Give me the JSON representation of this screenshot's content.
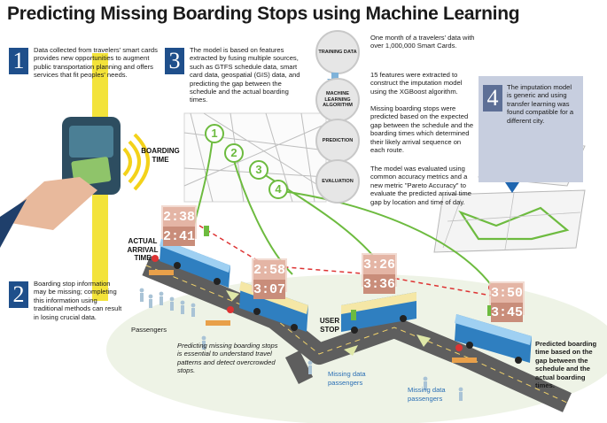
{
  "title": "Predicting Missing Boarding Stops using Machine Learning",
  "step1": {
    "number": "1",
    "text": "Data collected from travelers' smart cards provides new opportunities to augment public transportation planning and offers services that fit peoples' needs."
  },
  "step2": {
    "number": "2",
    "text": "Boarding stop information may be missing; completing this information using traditional methods can result in losing crucial data."
  },
  "step3": {
    "number": "3",
    "text": "The model is based on features extracted by fusing multiple sources, such as GTFS schedule data, smart card data, geospatial (GIS) data, and predicting the gap between the schedule and the actual boarding times."
  },
  "step4": {
    "number": "4",
    "text": "The imputation model is generic and using transfer learning was found compatible for a different city."
  },
  "flow": [
    {
      "label": "TRAINING DATA",
      "text": "One month of a travelers' data with over 1,000,000 Smart Cards."
    },
    {
      "label": "MACHINE LEARNING ALGORITHM",
      "text": "15 features were extracted to construct the imputation model using the XGBoost algorithm."
    },
    {
      "label": "PREDICTION",
      "text": "Missing boarding stops were predicted based on the expected gap between the schedule and the boarding times which determined their likely arrival sequence on each route."
    },
    {
      "label": "EVALUATION",
      "text": "The model was evaluated using common accuracy metrics and a new metric \"Pareto Accuracy\" to evaluate the predicted arrival time gap by location and time of day."
    }
  ],
  "map_markers": [
    "1",
    "2",
    "3",
    "4"
  ],
  "labels": {
    "boarding_time": "BOARDING TIME",
    "actual_arrival_time": "ACTUAL ARRIVAL TIME",
    "user_stop": "USER STOP",
    "passengers": "Passengers",
    "missing_data_1": "Missing data passengers",
    "missing_data_2": "Missing data passengers",
    "predicting_note": "Predicting missing boarding stops is essential to understand travel patterns and detect overcrowded stops.",
    "predicted_note": "Predicted boarding time based on the gap between the schedule and the actual boarding times."
  },
  "times": [
    {
      "top": "2:38",
      "bottom": "2:41"
    },
    {
      "top": "2:58",
      "bottom": "3:07"
    },
    {
      "top": "3:26",
      "bottom": "3:36"
    },
    {
      "top": "3:50",
      "bottom": "3:45"
    }
  ],
  "colors": {
    "accent_blue": "#1f4f8b",
    "route_green": "#6dbb3f",
    "bus_blue": "#2f7fc0",
    "time_pink": "#e4b5a5",
    "road": "#5a5a5a"
  }
}
